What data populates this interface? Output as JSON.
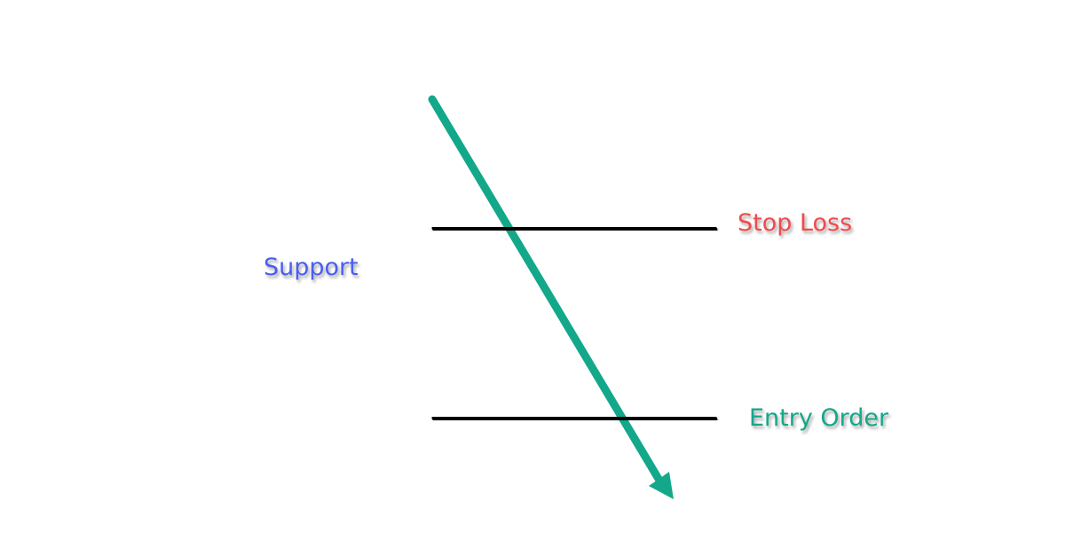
{
  "labels": {
    "stop_loss": "Stop Loss",
    "support": "Support",
    "entry_order": "Entry Order"
  },
  "colors": {
    "stop_loss": "#f24a4c",
    "support": "#4b5ef2",
    "entry_order": "#13a88a",
    "arrow": "#13a88a",
    "lines": "#000000"
  }
}
